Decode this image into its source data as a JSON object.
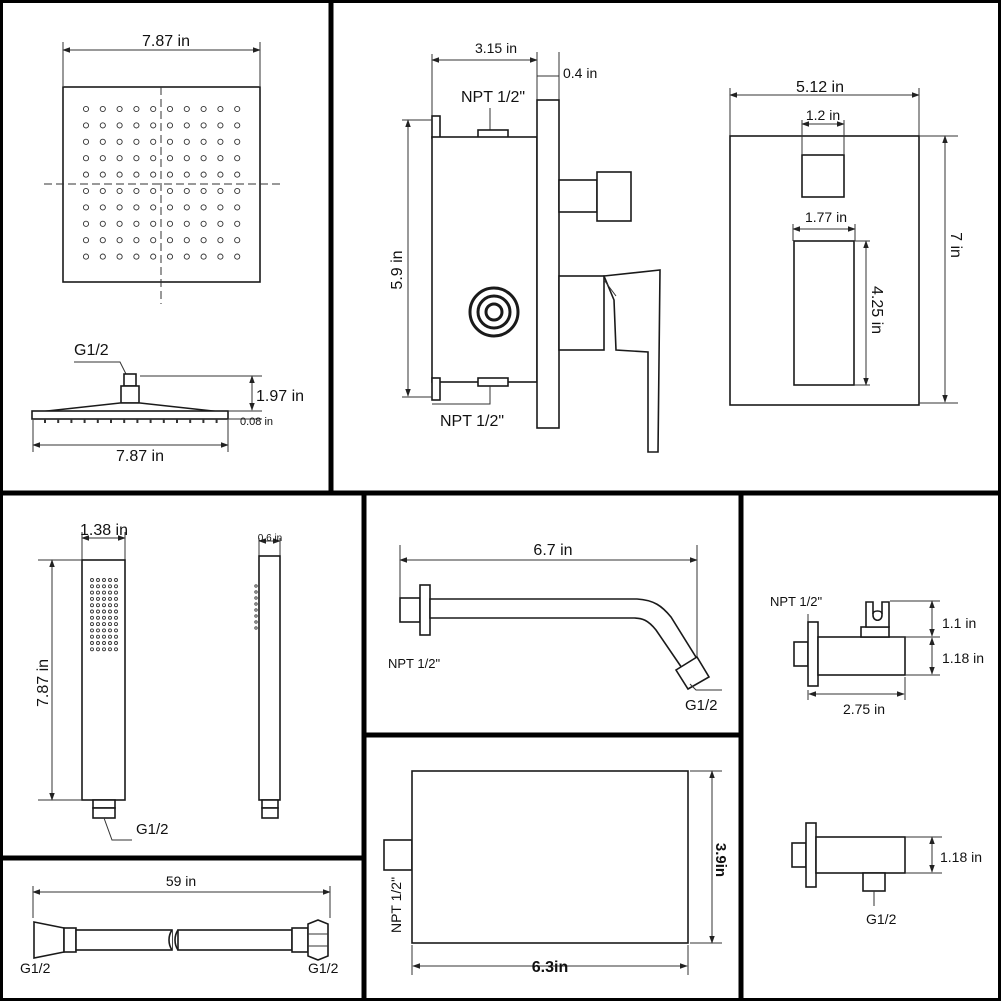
{
  "colors": {
    "line": "#1a1a1a",
    "panel_border": "#000000",
    "background": "#ffffff"
  },
  "rain_shower_head": {
    "width": "7.87 in",
    "connector": "G1/2",
    "height": "1.97 in",
    "plate_thickness": "0.08 in",
    "side_width": "7.87 in"
  },
  "valve_side": {
    "depth": "3.15 in",
    "trim_depth": "0.4 in",
    "top_port": "NPT 1/2\"",
    "height": "5.9 in",
    "bottom_port": "NPT 1/2\""
  },
  "valve_trim": {
    "width": "5.12 in",
    "knob_width": "1.2 in",
    "slot_width": "1.77 in",
    "slot_height": "4.25 in",
    "height": "7 in"
  },
  "hand_shower": {
    "width": "1.38 in",
    "thickness": "0.6 in",
    "length": "7.87 in",
    "connector": "G1/2"
  },
  "shower_arm": {
    "length": "6.7 in",
    "inlet": "NPT 1/2\"",
    "outlet": "G1/2"
  },
  "holder_elbow": {
    "inlet": "NPT 1/2\"",
    "holder_height": "1.1 in",
    "body_height": "1.18 in",
    "length": "2.75 in"
  },
  "tub_spout": {
    "height": "3.9in",
    "width": "6.3in",
    "inlet": "NPT 1/2\""
  },
  "water_outlet": {
    "height": "1.18 in",
    "outlet": "G1/2"
  },
  "hose": {
    "length": "59 in",
    "left_connector": "G1/2",
    "right_connector": "G1/2"
  }
}
